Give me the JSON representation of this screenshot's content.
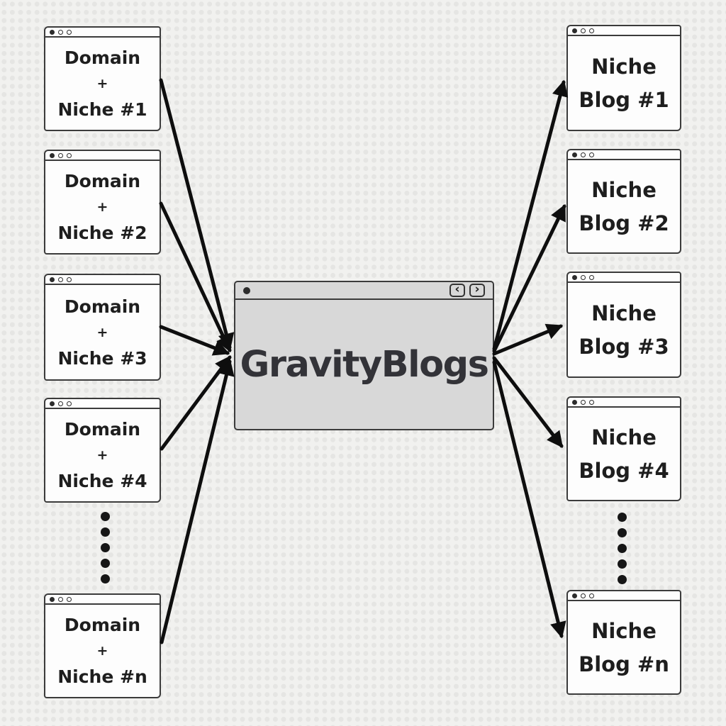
{
  "colors": {
    "background": "#f1f1ef",
    "pattern_dot": "#e5e5e3",
    "window_fill": "#fdfdfd",
    "center_window_fill": "#d8d8d8",
    "border": "#3b3b3b",
    "arrow": "#0e0e0e",
    "node_text": "#1e1e1e",
    "center_text": "#333338"
  },
  "center_window": {
    "title": "GravityBlogs",
    "back_button": "‹",
    "forward_button": "›"
  },
  "left_nodes": [
    {
      "line1": "Domain",
      "operator": "+",
      "line2": "Niche #1"
    },
    {
      "line1": "Domain",
      "operator": "+",
      "line2": "Niche #2"
    },
    {
      "line1": "Domain",
      "operator": "+",
      "line2": "Niche #3"
    },
    {
      "line1": "Domain",
      "operator": "+",
      "line2": "Niche #4"
    },
    {
      "line1": "Domain",
      "operator": "+",
      "line2": "Niche #n"
    }
  ],
  "right_nodes": [
    {
      "line1": "Niche",
      "line2": "Blog #1"
    },
    {
      "line1": "Niche",
      "line2": "Blog #2"
    },
    {
      "line1": "Niche",
      "line2": "Blog #3"
    },
    {
      "line1": "Niche",
      "line2": "Blog #4"
    },
    {
      "line1": "Niche",
      "line2": "Blog #n"
    }
  ],
  "ellipsis": {
    "dot_count": 5
  }
}
